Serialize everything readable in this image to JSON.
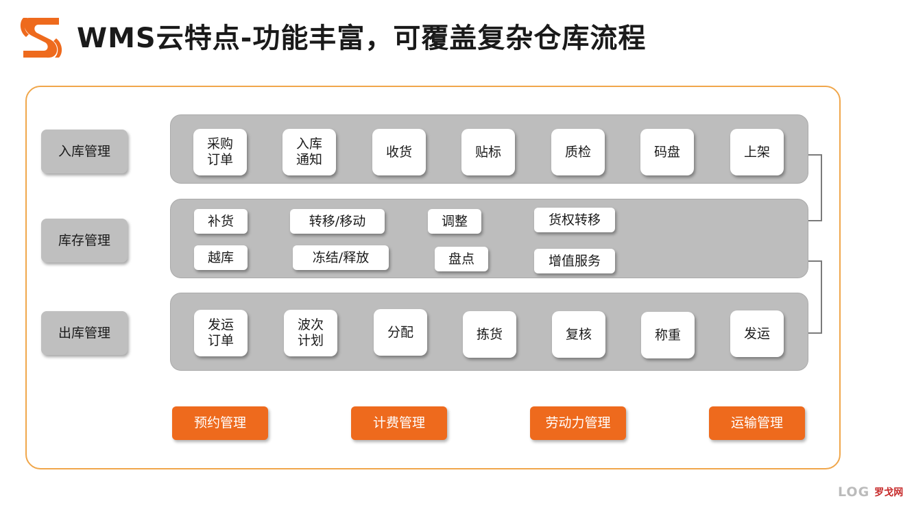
{
  "header": {
    "title": "WMS云特点-功能丰富，可覆盖复杂仓库流程",
    "logo_icon": "orange-s-logo-icon",
    "accent_color": "#ee6a1d"
  },
  "categories": [
    {
      "label": "入库管理"
    },
    {
      "label": "库存管理"
    },
    {
      "label": "出库管理"
    }
  ],
  "inbound_steps": [
    {
      "label": "采购订单"
    },
    {
      "label": "入库通知"
    },
    {
      "label": "收货"
    },
    {
      "label": "贴标"
    },
    {
      "label": "质检"
    },
    {
      "label": "码盘"
    },
    {
      "label": "上架"
    }
  ],
  "inventory_items": [
    {
      "label": "补货"
    },
    {
      "label": "转移/移动"
    },
    {
      "label": "调整"
    },
    {
      "label": "货权转移"
    },
    {
      "label": "越库"
    },
    {
      "label": "冻结/释放"
    },
    {
      "label": "盘点"
    },
    {
      "label": "增值服务"
    }
  ],
  "outbound_steps": [
    {
      "label": "发运订单"
    },
    {
      "label": "波次计划"
    },
    {
      "label": "分配"
    },
    {
      "label": "拣货"
    },
    {
      "label": "复核"
    },
    {
      "label": "称重"
    },
    {
      "label": "发运"
    }
  ],
  "services": [
    {
      "label": "预约管理"
    },
    {
      "label": "计费管理"
    },
    {
      "label": "劳动力管理"
    },
    {
      "label": "运输管理"
    }
  ],
  "watermark": {
    "brand": "LOG",
    "site": "罗戈网"
  }
}
